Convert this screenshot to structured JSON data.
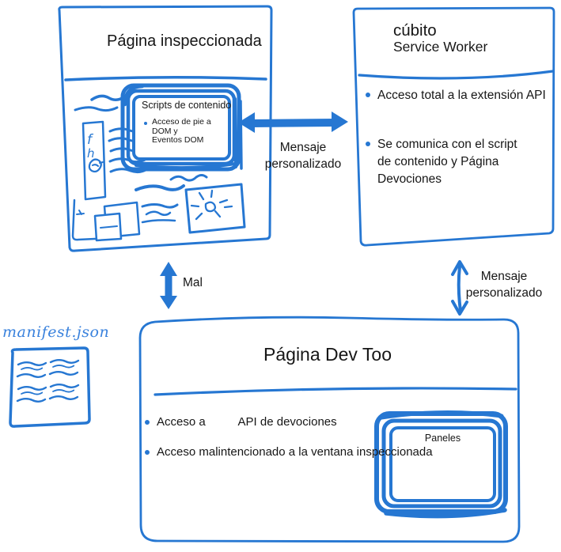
{
  "colors": {
    "ink": "#2677d2",
    "text": "#161616",
    "manifest": "#3a82dd"
  },
  "inspected_page": {
    "title": "Página inspeccionada",
    "content_scripts": {
      "title": "Scripts de contenido",
      "bullet": "Acceso de pie a\nDOM y\nEventos DOM"
    },
    "social_icons": {
      "facebook": "f",
      "linkedin": "h"
    }
  },
  "service_worker": {
    "title": "cúbito",
    "subtitle": "Service Worker",
    "bullets": [
      "Acceso total a la extensión API",
      "Se comunica con el script de contenido y Página Devociones"
    ]
  },
  "devtools_page": {
    "title": "Página Dev Too",
    "bullets": [
      "Acceso a          API de devociones",
      "Acceso malintencionado a la ventana inspeccionada"
    ],
    "panels_label": "Paneles"
  },
  "manifest": {
    "label": "manifest.json"
  },
  "connectors": {
    "top_label": "Mensaje personalizado",
    "left_label": "Mal",
    "right_label": "Mensaje personalizado"
  }
}
